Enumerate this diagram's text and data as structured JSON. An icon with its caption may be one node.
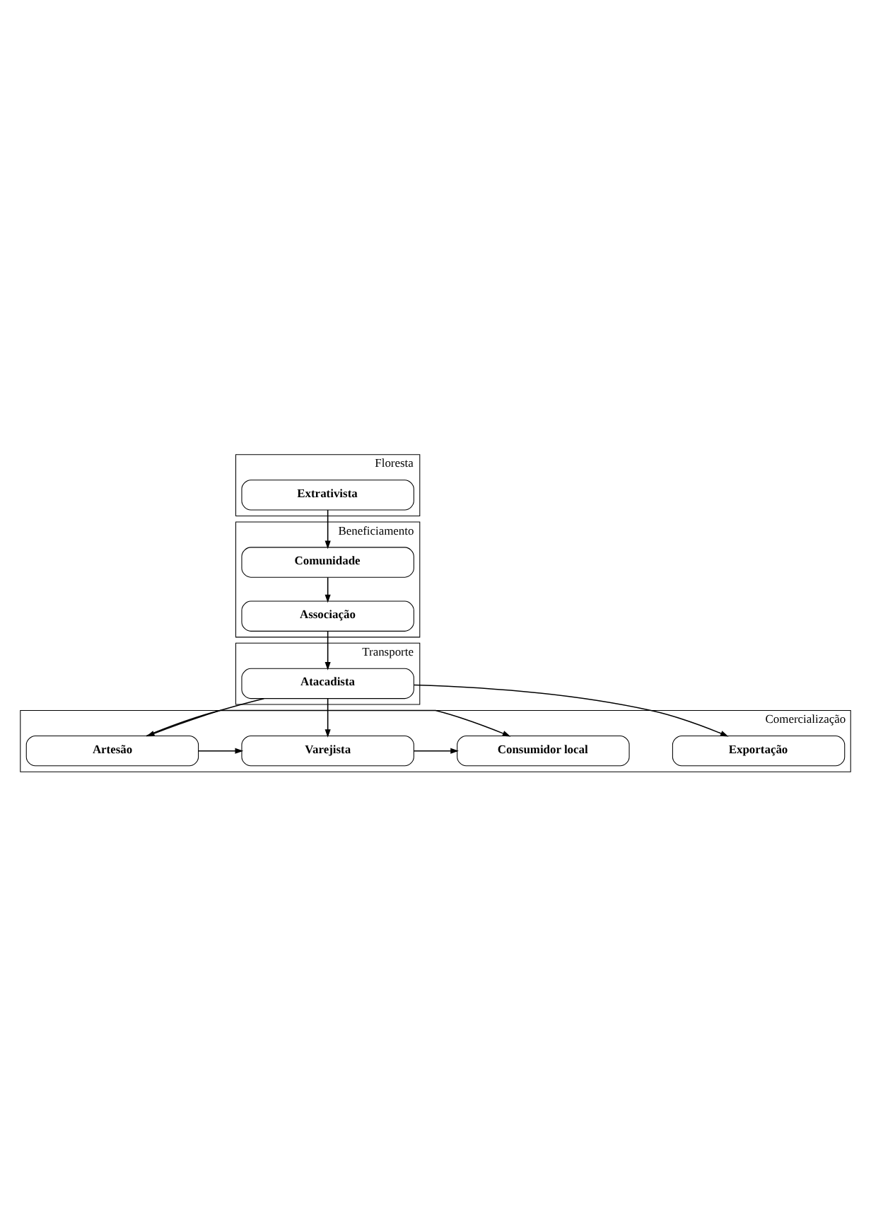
{
  "diagram": {
    "nodes": [
      {
        "text": [
          "Floresta"
        ]
      },
      {
        "text": [
          "Extrativista"
        ],
        "in": 0
      },
      {
        "text": [
          "Beneficiamento"
        ]
      },
      {
        "text": [
          "Comunidade"
        ],
        "in": 2
      },
      {
        "text": [
          "Associação"
        ],
        "in": 2
      },
      {
        "text": [
          "Transporte"
        ]
      },
      {
        "text": [
          "Atacadista"
        ],
        "in": 5
      },
      {
        "text": [
          "Comercialização"
        ]
      },
      {
        "text": [
          "Exportação"
        ],
        "in": 7
      },
      {
        "text": [
          "Varejista"
        ],
        "in": 7
      },
      {
        "text": [
          "Artesão"
        ],
        "in": 7
      },
      {
        "text": [
          "Consumidor local"
        ],
        "in": 7
      }
    ],
    "edges": [
      {
        "from": 1,
        "to": 3,
        "arrow": "to"
      },
      {
        "from": 3,
        "to": 4,
        "arrow": "to"
      },
      {
        "from": 4,
        "to": 6,
        "arrow": "to"
      },
      {
        "from": 6,
        "to": 8,
        "arrow": "to"
      },
      {
        "from": 6,
        "to": 9,
        "arrow": "to"
      },
      {
        "from": 6,
        "to": 10,
        "arrow": "to"
      },
      {
        "from": 10,
        "to": 9,
        "arrow": "to"
      },
      {
        "from": 9,
        "to": 11,
        "arrow": "to"
      },
      {
        "from": 10,
        "to": 11,
        "arrow": "to"
      }
    ]
  }
}
